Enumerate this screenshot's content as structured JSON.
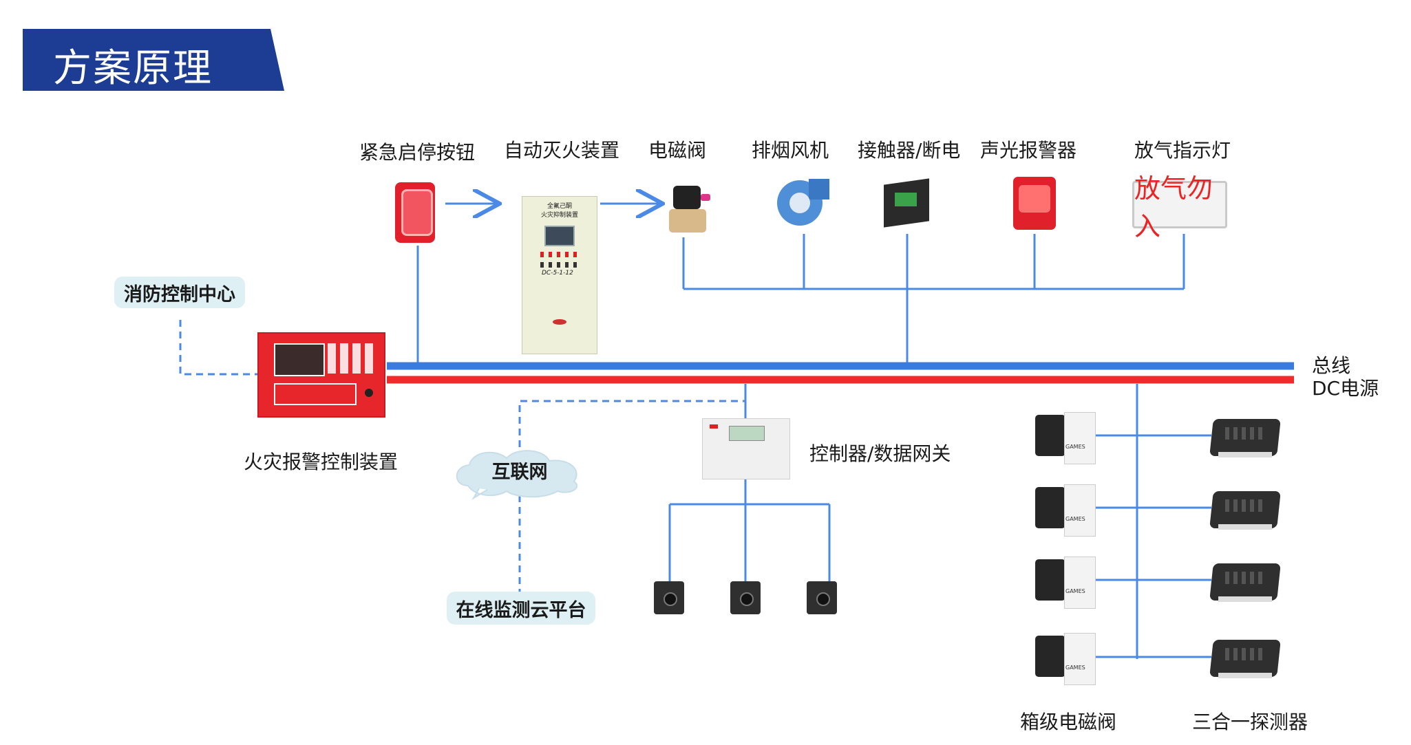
{
  "header": {
    "title": "方案原理"
  },
  "top_devices": {
    "emergency_button": "紧急启停按钮",
    "auto_extinguisher": "自动灭火装置",
    "solenoid_valve": "电磁阀",
    "smoke_fan": "排烟风机",
    "contactor": "接触器/断电",
    "alarm": "声光报警器",
    "release_light": "放气指示灯",
    "release_light_sign": "放气勿入"
  },
  "cabinet": {
    "line1": "全氟己酮",
    "line2": "火灾抑制装置",
    "model": "DC-5-1-12"
  },
  "bus": {
    "signal": "总线",
    "power": "DC电源"
  },
  "left": {
    "control_center": "消防控制中心",
    "fire_panel": "火灾报警控制装置",
    "internet": "互联网",
    "cloud": "在线监测云平台"
  },
  "gateway": {
    "label": "控制器/数据网关"
  },
  "right": {
    "box_valve": "箱级电磁阀",
    "detector": "三合一探测器",
    "valve_brand": "GAMES"
  },
  "colors": {
    "header": "#1d3c94",
    "bus_blue": "#3a7be0",
    "bus_red": "#f02b2b",
    "line": "#4a8ae6",
    "pill": "#dff0f5"
  }
}
